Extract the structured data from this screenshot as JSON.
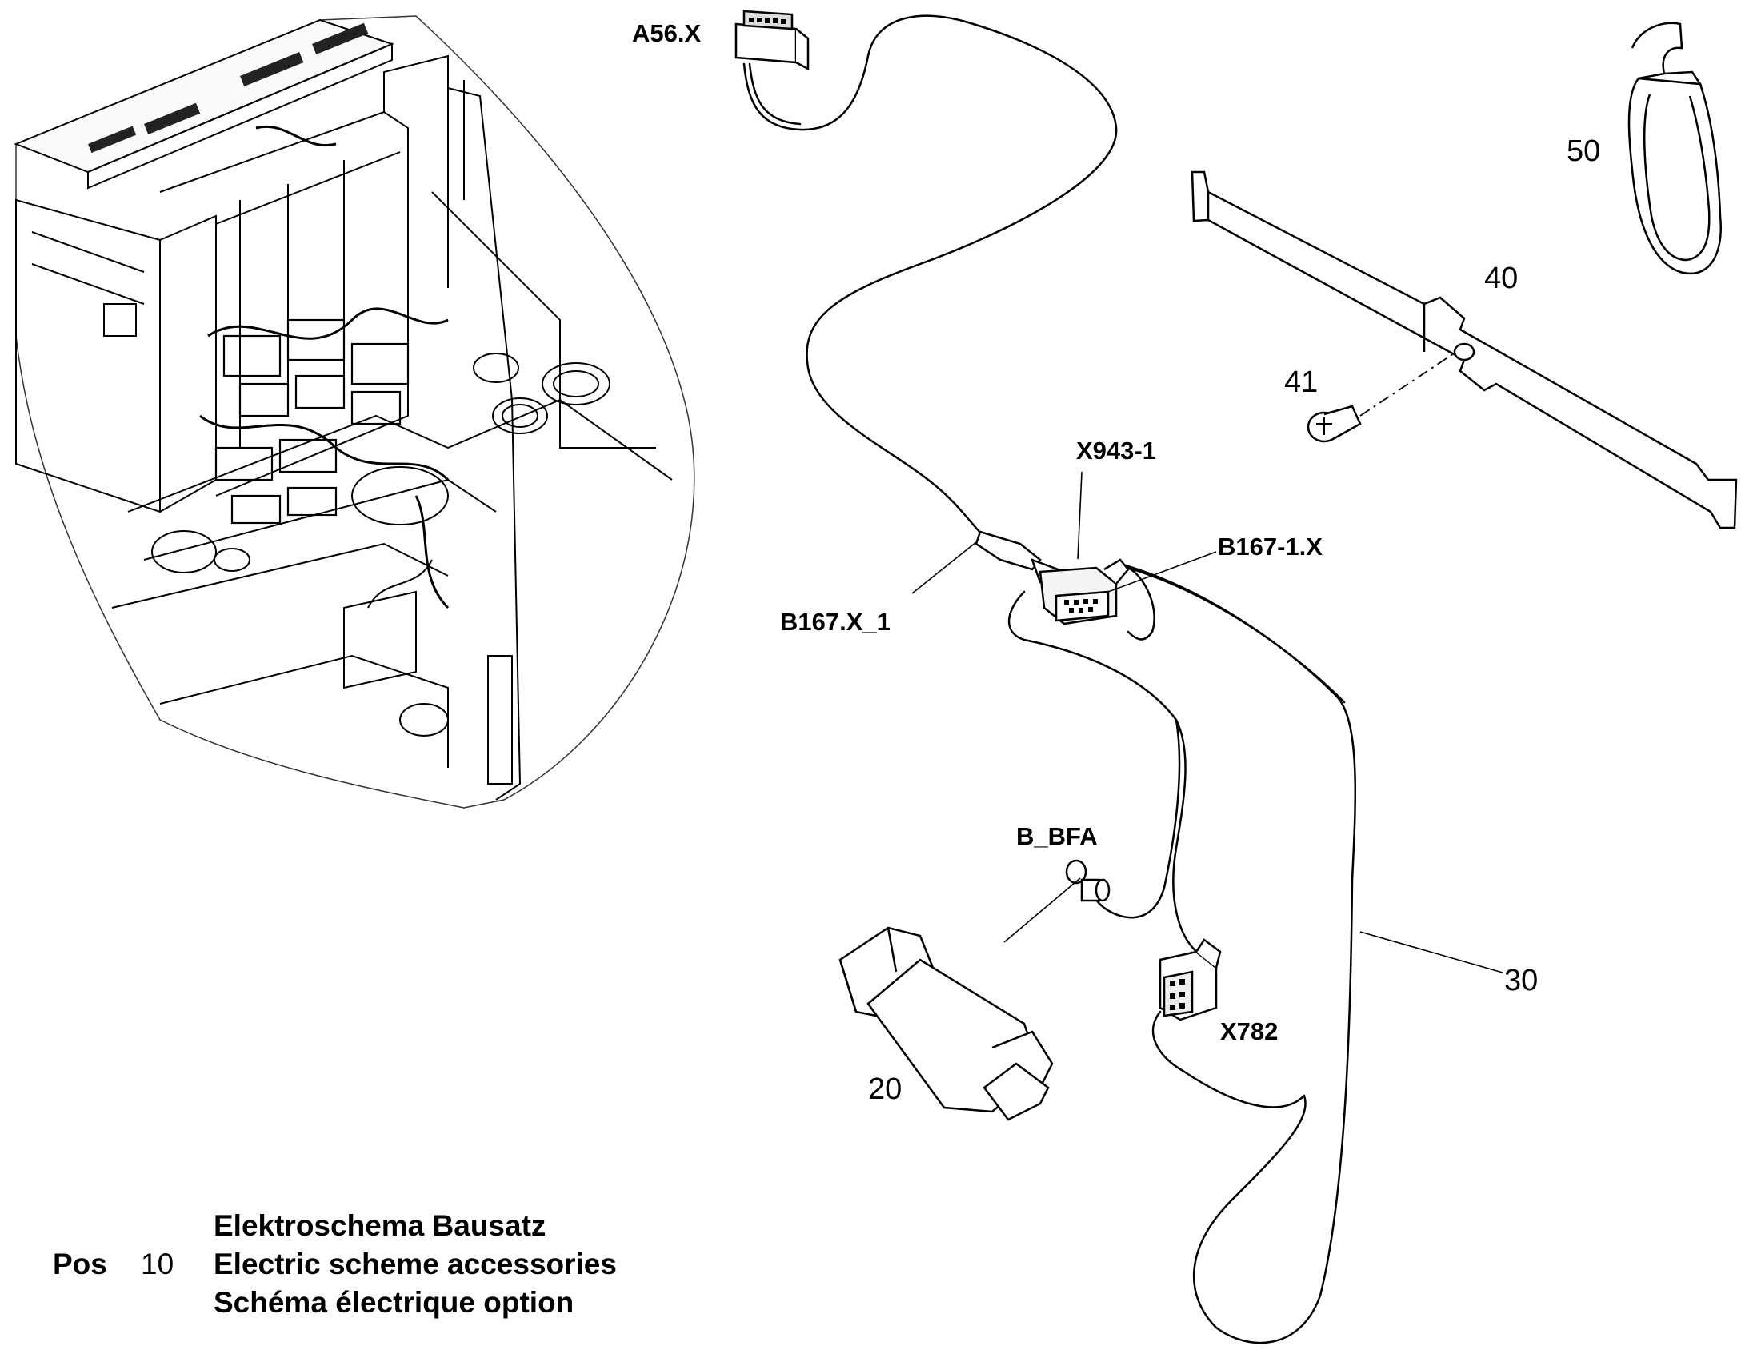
{
  "connectors": {
    "a56x": "A56.X",
    "x943_1": "X943-1",
    "b167_1x": "B167-1.X",
    "b167x_1": "B167.X_1",
    "b_bfa": "B_BFA",
    "x782": "X782"
  },
  "positions": {
    "p20": "20",
    "p30": "30",
    "p40": "40",
    "p41": "41",
    "p50": "50"
  },
  "legend": {
    "pos_label": "Pos",
    "pos_number": "10",
    "line_de": "Elektroschema Bausatz",
    "line_en": "Electric scheme accessories",
    "line_fr": "Schéma électrique option"
  },
  "colors": {
    "ink": "#000000",
    "paper": "#ffffff"
  }
}
